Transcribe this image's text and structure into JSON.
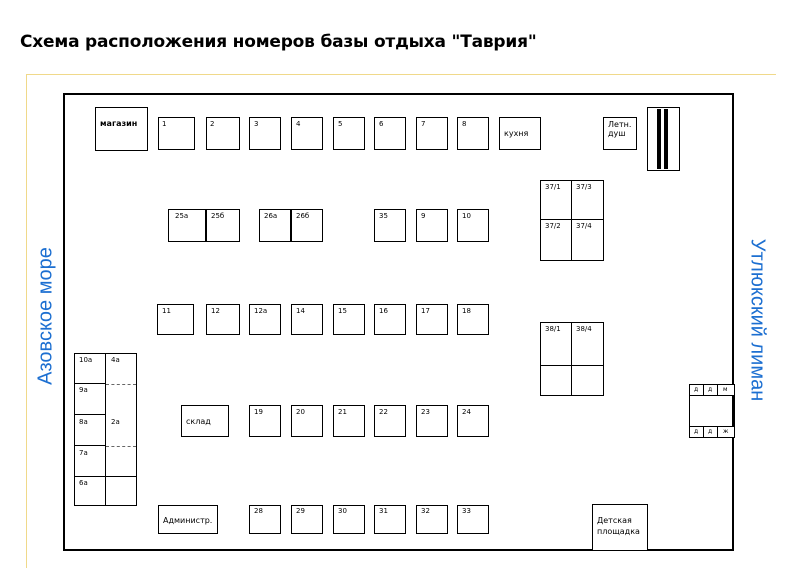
{
  "page_title": "Схема расположения номеров базы отдыха \"Таврия\"",
  "side_labels": {
    "left": "Азовское море",
    "right": "Утлюкский лиман"
  },
  "facilities": {
    "shop": "магазин",
    "kitchen": "кухня",
    "shower": "Летн. душ",
    "warehouse": "склад",
    "admin": "Администр.",
    "playground": "Детская площадка"
  },
  "rows": {
    "row1": [
      "1",
      "2",
      "3",
      "4",
      "5",
      "6",
      "7",
      "8"
    ],
    "row2": [
      "25а",
      "25б",
      "26а",
      "26б",
      "35",
      "9",
      "10"
    ],
    "row3": [
      "11",
      "12",
      "12а",
      "14",
      "15",
      "16",
      "17",
      "18"
    ],
    "row4": [
      "19",
      "20",
      "21",
      "22",
      "23",
      "24"
    ],
    "row5": [
      "28",
      "29",
      "30",
      "31",
      "32",
      "33"
    ]
  },
  "block37": [
    "37/1",
    "37/3",
    "37/2",
    "37/4"
  ],
  "block38": [
    "38/1",
    "38/4"
  ],
  "left_block": [
    "10а",
    "4а",
    "9а",
    "8а",
    "2а",
    "7а",
    "6а"
  ],
  "toilets": {
    "top": [
      "д",
      "д",
      "м"
    ],
    "bottom": [
      "д",
      "д",
      "ж"
    ]
  }
}
